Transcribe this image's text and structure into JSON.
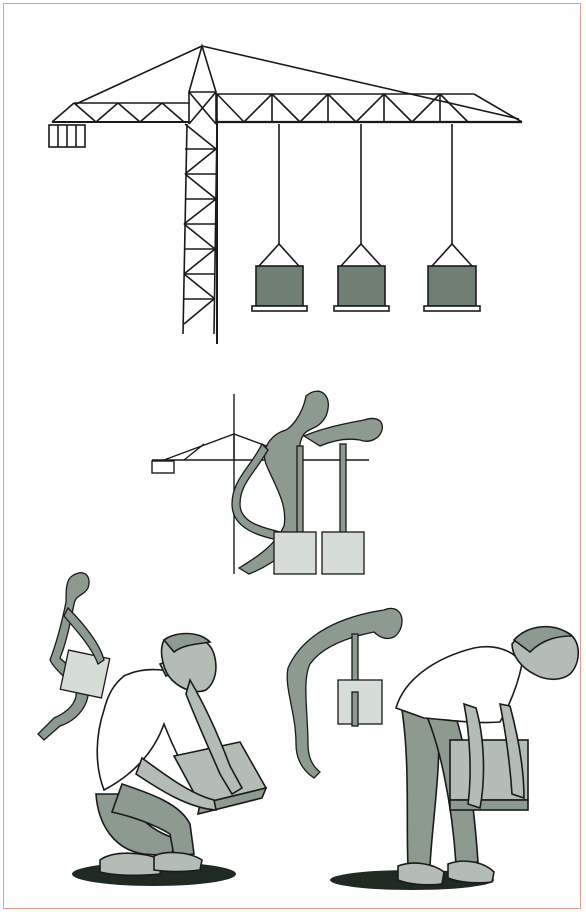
{
  "illustration": {
    "palette": {
      "ink": "#1a1a1a",
      "gray_figure": "#8c9a8f",
      "gray_light": "#d6ddd7",
      "gray_mid": "#b3bdb5",
      "box_dark": "#6f7f73",
      "border": "#e39a86"
    },
    "panels": [
      {
        "name": "crane",
        "objects": [
          "tower",
          "jib",
          "counterweight",
          "load-1",
          "load-2",
          "load-3"
        ]
      },
      {
        "name": "stick-figure-crane",
        "objects": [
          "small-crane",
          "bent-figure",
          "box-1",
          "box-2"
        ]
      },
      {
        "name": "lifting-postures",
        "objects": [
          "squat-stick-figure",
          "squatting-man",
          "bent-stick-figure",
          "bending-man"
        ]
      }
    ]
  }
}
